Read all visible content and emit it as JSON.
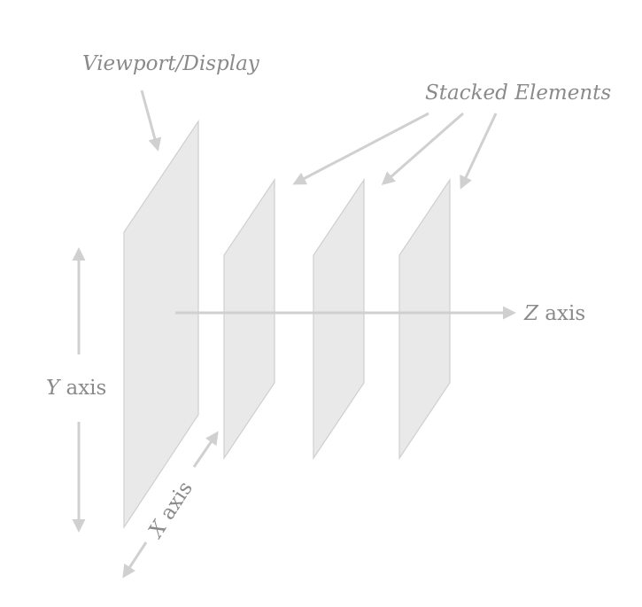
{
  "labels": {
    "viewport": "Viewport/Display",
    "stacked": "Stacked Elements",
    "z_letter": "Z",
    "z_word": " axis",
    "y_letter": "Y",
    "y_word": " axis",
    "x_letter": "X",
    "x_word": " axis"
  },
  "colors": {
    "plane_fill": "#e9e9e9",
    "plane_stroke": "#cfcfcf",
    "arrow": "#d0d0d0",
    "text": "#8a8a8a"
  }
}
